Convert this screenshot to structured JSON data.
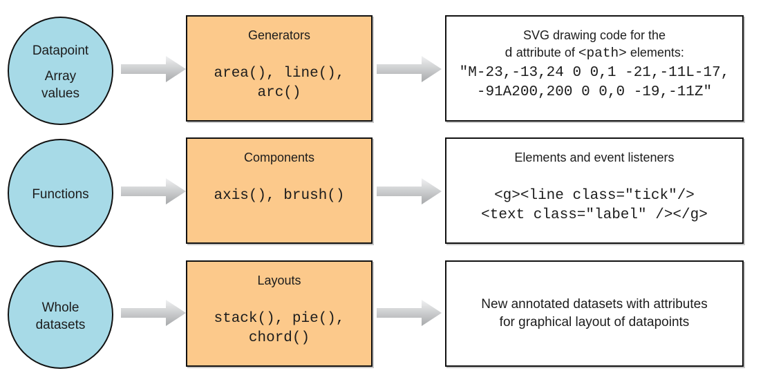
{
  "colors": {
    "circle_fill": "#A7DAE7",
    "process_box_fill": "#FCC98B",
    "border": "#111111",
    "arrow_gradient_top": "#f0f1f2",
    "arrow_gradient_bottom": "#a7a9ab"
  },
  "rows": [
    {
      "circle": {
        "text1": "Datapoint",
        "text2": "Array\nvalues"
      },
      "process": {
        "title": "Generators",
        "code": "area(), line(),\narc()"
      },
      "output": {
        "title_line1": "SVG drawing code for the",
        "title_line2_parts": {
          "mono1": "d",
          "text1": " attribute of ",
          "mono2": "<path>",
          "text2": " elements:"
        },
        "code": "\"M-23,-13,24 0 0,1 -21,-11L-17,\n-91A200,200 0 0,0 -19,-11Z\""
      }
    },
    {
      "circle": {
        "text1": "Functions"
      },
      "process": {
        "title": "Components",
        "code": "axis(), brush()"
      },
      "output": {
        "title_line1": "Elements and event listeners",
        "code": "<g><line class=\"tick\"/>\n<text class=\"label\" /></g>"
      }
    },
    {
      "circle": {
        "text1": "Whole\ndatasets"
      },
      "process": {
        "title": "Layouts",
        "code": "stack(), pie(),\nchord()"
      },
      "output": {
        "body": "New annotated datasets with attributes\nfor graphical layout of datapoints"
      }
    }
  ]
}
